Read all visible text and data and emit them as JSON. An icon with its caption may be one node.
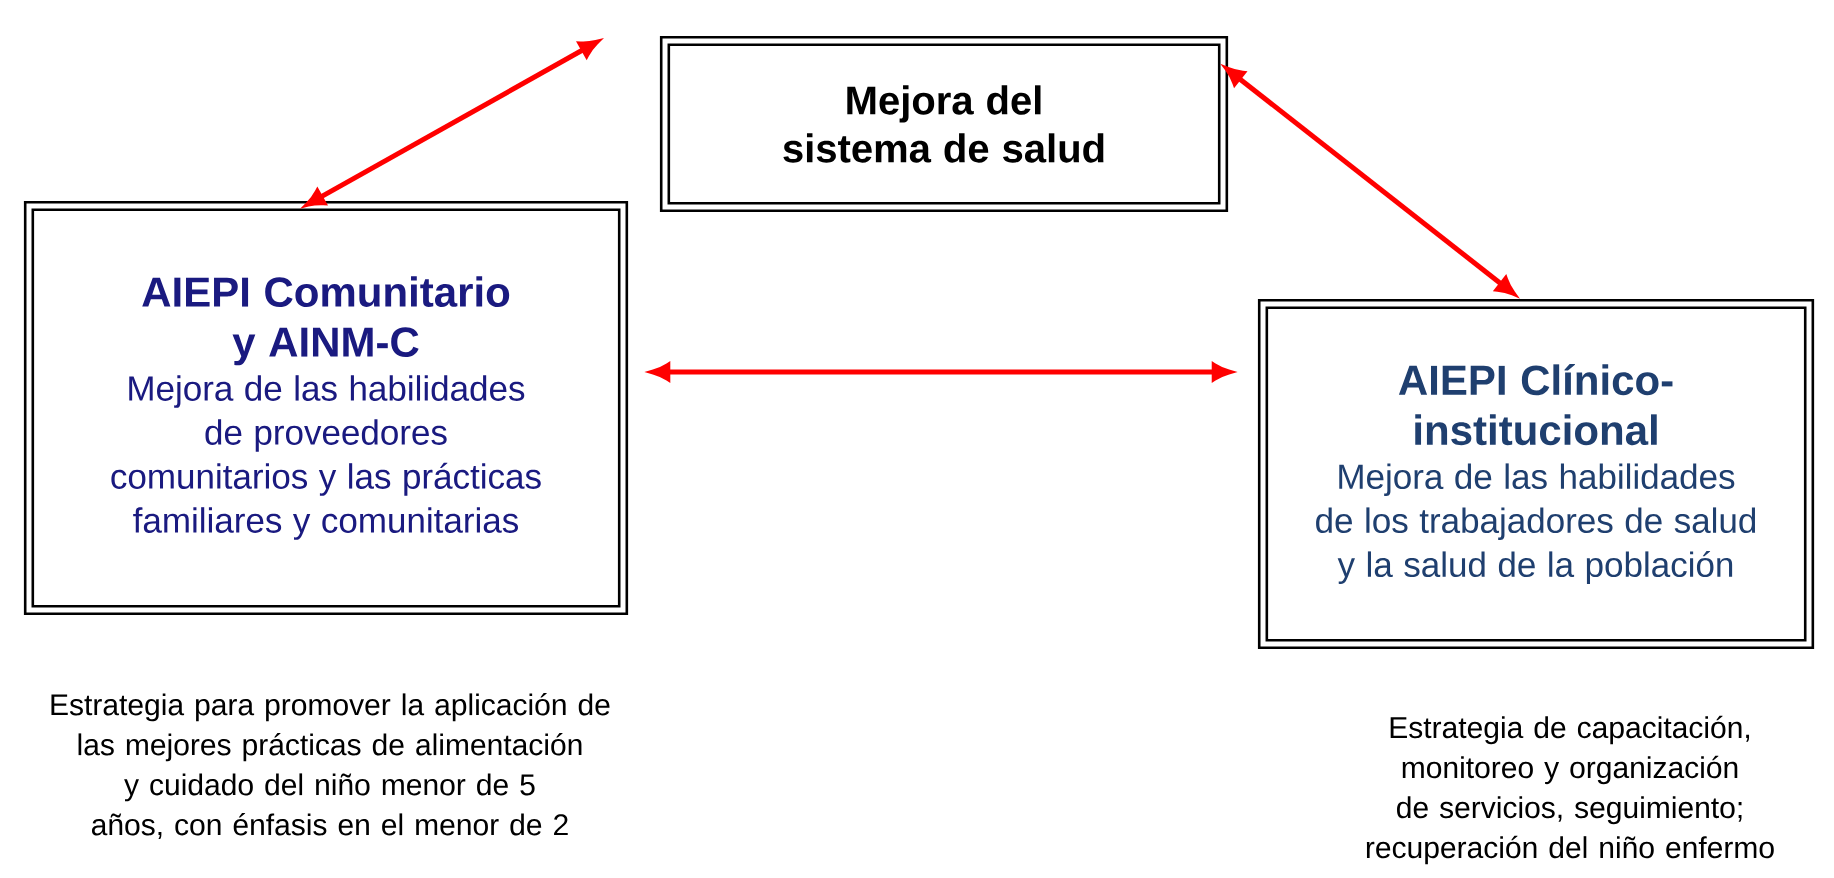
{
  "diagram": {
    "nodes": [
      {
        "text": [
          "Mejora del sistema de salud"
        ]
      },
      {
        "text": [
          "AIEPI Comunitario y AINM-C",
          "Mejora de las habilidades de proveedores comunitarios y las prácticas familiares y comunitarias"
        ],
        "beside": [
          "Estrategia para promover la aplicación de las mejores prácticas de alimentación y cuidado del niño menor de 5 años, con énfasis en el menor de 2"
        ]
      },
      {
        "text": [
          "AIEPI Clínico-institucional",
          "Mejora de las habilidades de los trabajadores de salud y la salud de la población"
        ],
        "beside": [
          "Estrategia de capacitación, monitoreo y organización de servicios, seguimiento; recuperación del niño enfermo"
        ]
      }
    ],
    "edges": [
      {
        "from": 1,
        "to": null,
        "arrow": "both"
      },
      {
        "from": 0,
        "to": 2,
        "arrow": "both"
      },
      {
        "from": 1,
        "to": 2,
        "arrow": "both"
      }
    ]
  }
}
